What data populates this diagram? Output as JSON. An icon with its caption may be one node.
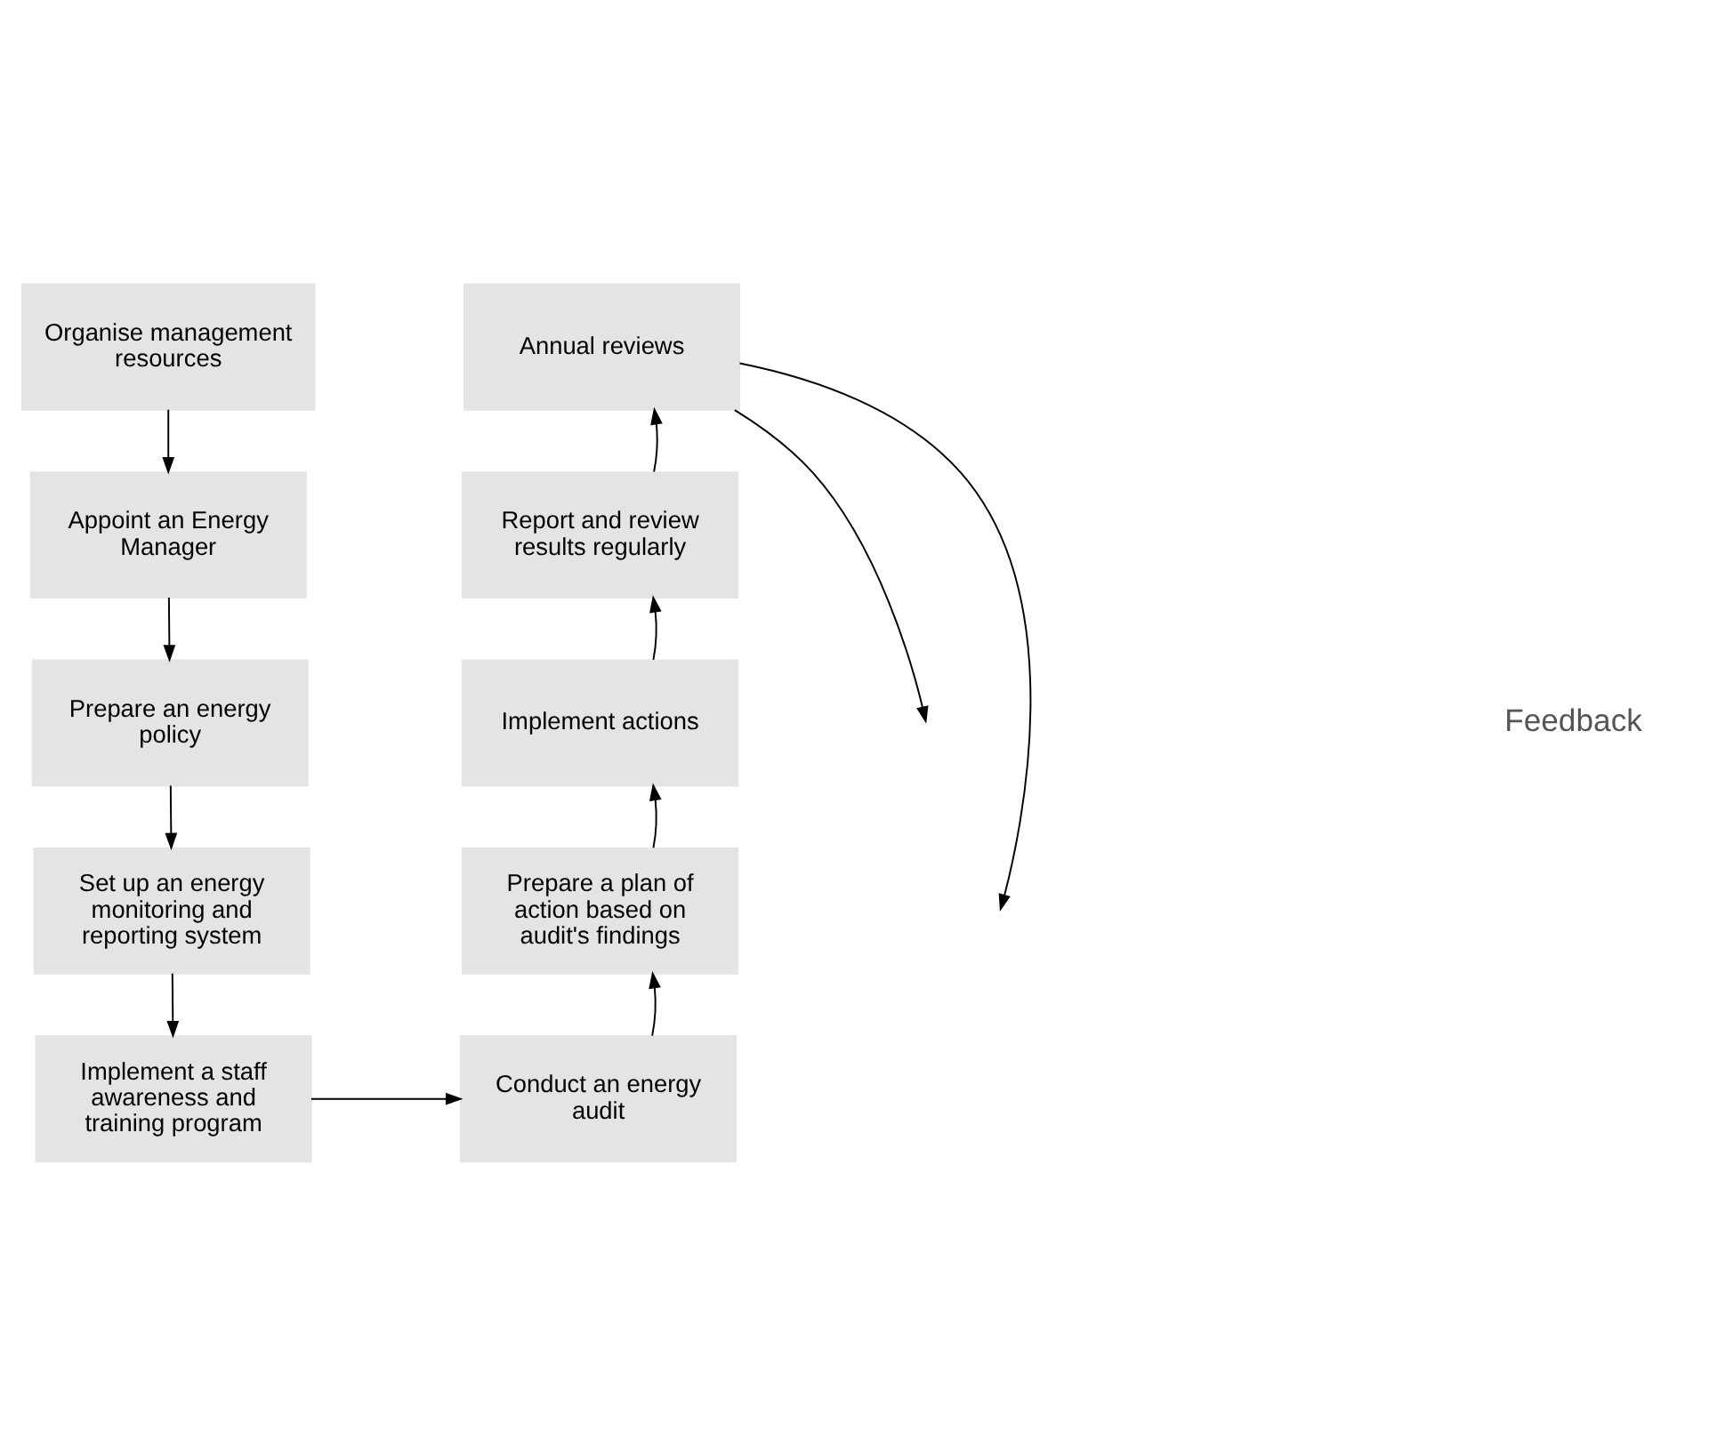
{
  "diagram": {
    "nodes": [
      {
        "text": [
          "Organise management resources"
        ]
      },
      {
        "text": [
          "Appoint an Energy Manager"
        ]
      },
      {
        "text": [
          "Prepare an energy policy"
        ]
      },
      {
        "text": [
          "Set up an energy monitoring and reporting system"
        ]
      },
      {
        "text": [
          "Implement a staff awareness and training program"
        ]
      },
      {
        "text": [
          "Conduct an energy audit"
        ]
      },
      {
        "text": [
          "Prepare a plan of action based on audit's findings"
        ]
      },
      {
        "text": [
          "Implement actions"
        ]
      },
      {
        "text": [
          "Report and review results regularly"
        ]
      },
      {
        "text": [
          "Annual reviews"
        ]
      }
    ],
    "edges": [
      {
        "from": 0,
        "to": 1,
        "arrow": "to"
      },
      {
        "from": 1,
        "to": 2,
        "arrow": "to"
      },
      {
        "from": 2,
        "to": 3,
        "arrow": "to"
      },
      {
        "from": 3,
        "to": 4,
        "arrow": "to"
      },
      {
        "from": 4,
        "to": 5,
        "arrow": "to"
      },
      {
        "from": 5,
        "to": 6,
        "arrow": "to"
      },
      {
        "from": 6,
        "to": 7,
        "arrow": "to"
      },
      {
        "from": 7,
        "to": 8,
        "arrow": "to"
      },
      {
        "from": 8,
        "to": 9,
        "arrow": "to"
      },
      {
        "from": 9,
        "to": null,
        "arrow": "to"
      },
      {
        "from": 9,
        "to": null,
        "arrow": "to"
      }
    ],
    "labels": [
      "Feedback"
    ]
  }
}
